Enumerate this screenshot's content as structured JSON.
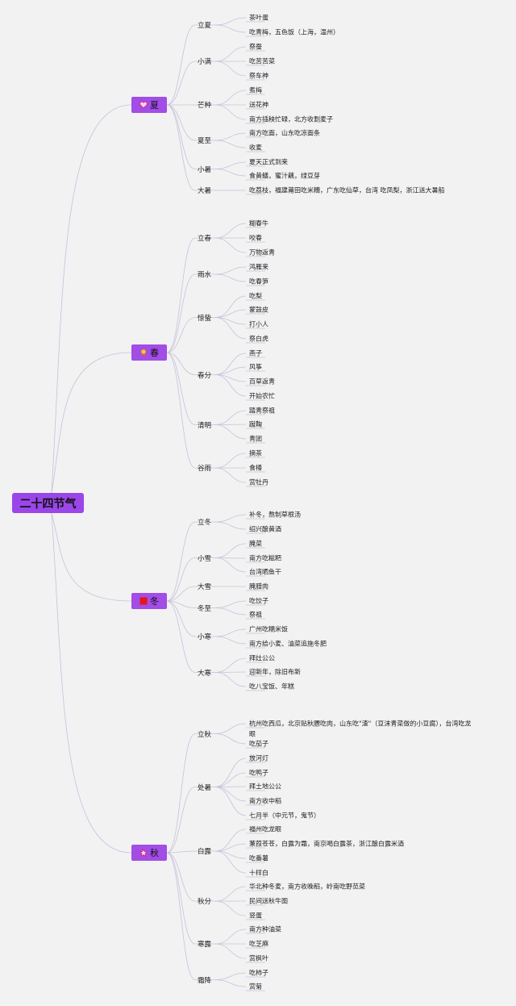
{
  "title": "二十四节气",
  "seasons": [
    {
      "name": "夏",
      "icon": "heart-icon",
      "terms": [
        {
          "name": "立夏",
          "items": [
            "茶叶蛋",
            "吃青梅，五色饭（上海，温州）"
          ]
        },
        {
          "name": "小满",
          "items": [
            "祭蚕",
            "吃苦苦菜",
            "祭车神"
          ]
        },
        {
          "name": "芒种",
          "items": [
            "煮梅",
            "送花神",
            "南方插秧忙碌，北方收割麦子"
          ]
        },
        {
          "name": "夏至",
          "items": [
            "南方吃面，山东吃凉面条",
            "收麦"
          ]
        },
        {
          "name": "小暑",
          "items": [
            "夏天正式到来",
            "食黄鳝，蜜汁藕，绿豆芽"
          ]
        },
        {
          "name": "大暑",
          "items": [
            "吃荔枝，福建莆田吃米糟，广东吃仙草，台湾 吃凤梨，浙江送大暑船"
          ]
        }
      ]
    },
    {
      "name": "春",
      "icon": "medal-icon",
      "terms": [
        {
          "name": "立春",
          "items": [
            "糊春牛",
            "咬春",
            "万物返青"
          ]
        },
        {
          "name": "雨水",
          "items": [
            "鸿雁来",
            "吃春笋"
          ]
        },
        {
          "name": "惊蛰",
          "items": [
            "吃梨",
            "蒙鼓皮",
            "打小人",
            "祭白虎"
          ]
        },
        {
          "name": "春分",
          "items": [
            "燕子",
            "风筝",
            "百草返青",
            "开始农忙"
          ]
        },
        {
          "name": "清明",
          "items": [
            "踏青祭祖",
            "蹴鞠",
            "青团"
          ]
        },
        {
          "name": "谷雨",
          "items": [
            "摘茶",
            "食椿",
            "赏牡丹"
          ]
        }
      ]
    },
    {
      "name": "冬",
      "icon": "red-square-icon",
      "terms": [
        {
          "name": "立冬",
          "items": [
            "补冬，熬制草根汤",
            "绍兴酿黄酒"
          ]
        },
        {
          "name": "小雪",
          "items": [
            "腌菜",
            "南方吃糍粑",
            "台湾晒鱼干"
          ]
        },
        {
          "name": "大雪",
          "items": [
            "腌腊肉"
          ]
        },
        {
          "name": "冬至",
          "items": [
            "吃饺子",
            "祭祖"
          ]
        },
        {
          "name": "小寒",
          "items": [
            "广州吃糯米饭",
            "南方给小麦、油菜追施冬肥"
          ]
        },
        {
          "name": "大寒",
          "items": [
            "拜灶公公",
            "迎新年，除旧布新",
            "吃八宝饭、年糕"
          ]
        }
      ]
    },
    {
      "name": "秋",
      "icon": "star-icon",
      "terms": [
        {
          "name": "立秋",
          "items": [
            "杭州吃西瓜，北京贴秋膘吃肉，山东吃\"渣\"（豆沫青菜做的小豆腐），台湾吃龙\n眼",
            "吃茄子"
          ]
        },
        {
          "name": "处暑",
          "items": [
            "放河灯",
            "吃鸭子",
            "拜土地公公",
            "南方收中稻",
            "七月半（中元节，鬼节）"
          ]
        },
        {
          "name": "白露",
          "items": [
            "福州吃龙眼",
            "蒹葭苍苍，白露为霜，南京喝白露茶，浙江酿白露米酒",
            "吃番薯",
            "十样白"
          ]
        },
        {
          "name": "秋分",
          "items": [
            "华北种冬麦，南方收晚稻，岭南吃野苋菜",
            "民间送秋牛图",
            "竖蛋"
          ]
        },
        {
          "name": "寒露",
          "items": [
            "南方种油菜",
            "吃芝麻",
            "赏枫叶"
          ]
        },
        {
          "name": "霜降",
          "items": [
            "吃柿子",
            "赏菊"
          ]
        }
      ]
    }
  ]
}
